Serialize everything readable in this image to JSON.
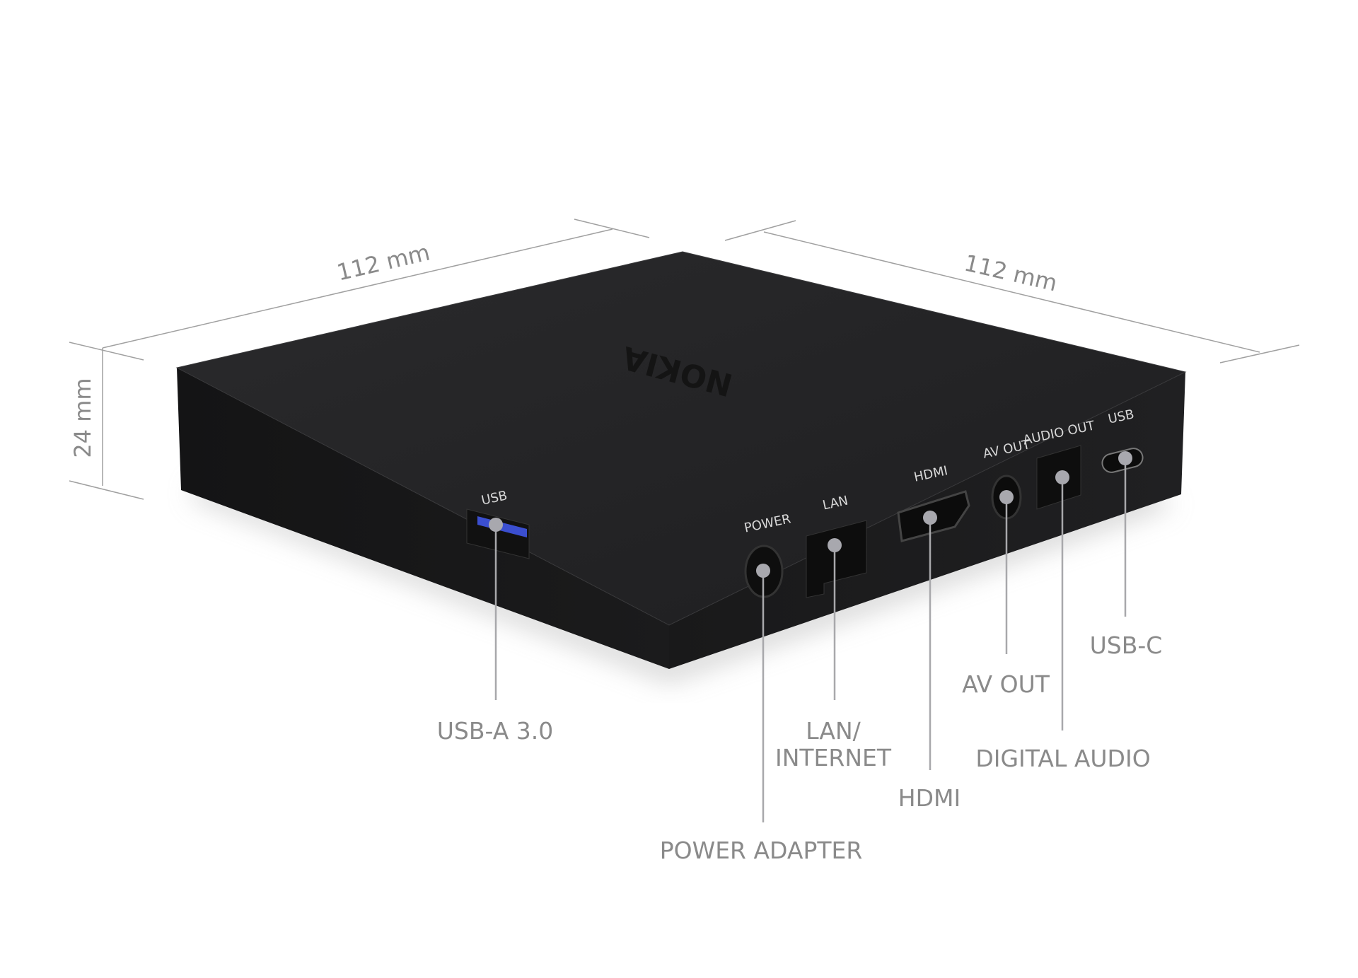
{
  "dimensions": {
    "width": "112 mm",
    "depth": "112 mm",
    "height": "24 mm"
  },
  "logo": "NOKIA",
  "device_labels": {
    "usb_a": "USB",
    "power": "POWER",
    "lan": "LAN",
    "hdmi": "HDMI",
    "av_out": "AV OUT",
    "audio_out": "AUDIO OUT",
    "usb_c": "USB"
  },
  "callouts": {
    "usb_a": "USB-A 3.0",
    "lan_line1": "LAN/",
    "lan_line2": "INTERNET",
    "hdmi": "HDMI",
    "power": "POWER ADAPTER",
    "av_out": "AV OUT",
    "digital_audio": "DIGITAL AUDIO",
    "usb_c": "USB-C"
  },
  "colors": {
    "device": "#1c1c1e",
    "usb_blue": "#3b4fd0",
    "label": "#8a8a8a"
  }
}
